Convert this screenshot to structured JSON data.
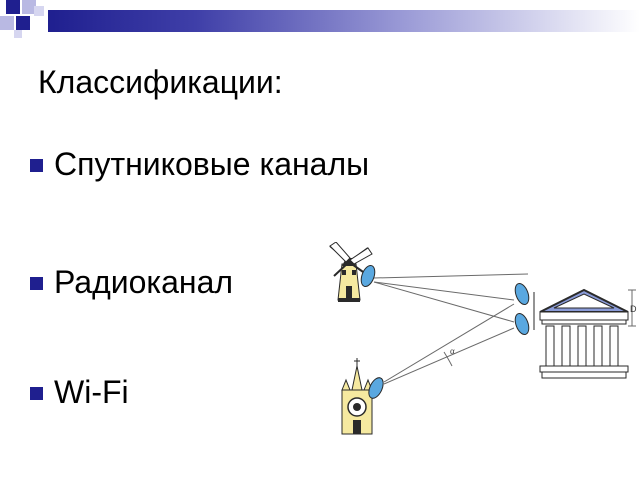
{
  "slide": {
    "title": "Классификации:",
    "bullets": [
      {
        "label": "Спутниковые каналы"
      },
      {
        "label": "Радиоканал"
      },
      {
        "label": "Wi-Fi"
      }
    ],
    "illustration_labels": {
      "dimension": "D",
      "angle": "α"
    }
  },
  "colors": {
    "accent": "#1f1f8f",
    "gradient_mid": "#9a9ad6",
    "antenna_blue": "#5aa8e0",
    "building_yellow": "#f5e9a0",
    "building_outline": "#2a2a2a"
  },
  "icons": [
    "bullet-square-icon",
    "windmill-icon",
    "church-tower-icon",
    "government-building-icon",
    "dish-antenna-icon"
  ]
}
